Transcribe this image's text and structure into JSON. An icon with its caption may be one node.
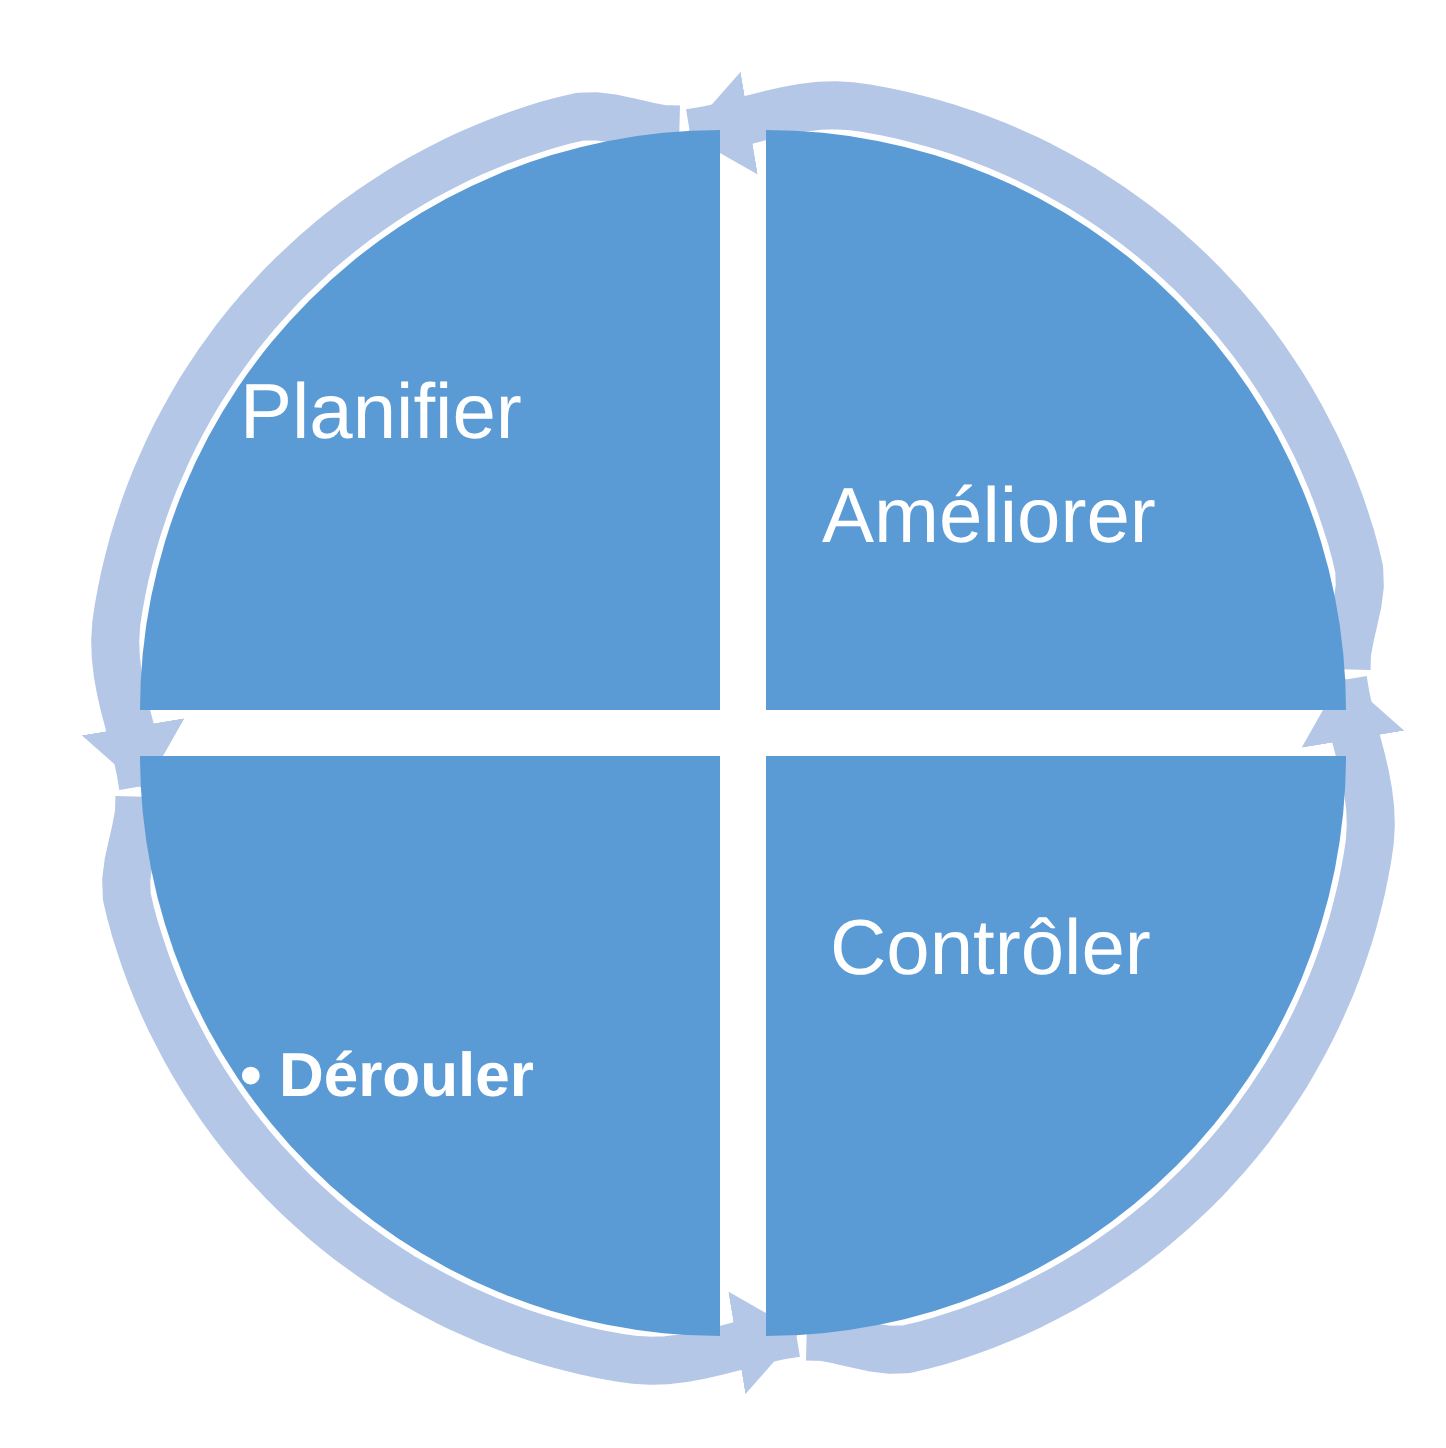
{
  "diagram": {
    "nodes": [
      {
        "text": [
          "Planifier"
        ]
      },
      {
        "text": [
          "Améliorer"
        ]
      },
      {
        "text": [
          "• Dérouler"
        ]
      },
      {
        "text": [
          "Contrôler"
        ]
      }
    ],
    "edges": [
      {
        "from": 0,
        "to": 2,
        "arrow": "to"
      },
      {
        "from": 2,
        "to": 3,
        "arrow": "to"
      },
      {
        "from": 3,
        "to": 1,
        "arrow": "to"
      },
      {
        "from": 1,
        "to": 0,
        "arrow": "to"
      }
    ]
  }
}
